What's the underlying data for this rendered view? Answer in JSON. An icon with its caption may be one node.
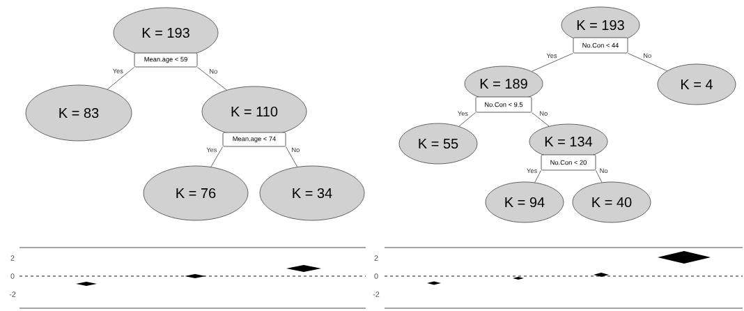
{
  "diagram": {
    "nodes": [
      {
        "text": [
          "K = 193"
        ]
      },
      {
        "text": [
          "Mean.age < 59"
        ]
      },
      {
        "text": [
          "K = 83"
        ]
      },
      {
        "text": [
          "K = 110"
        ]
      },
      {
        "text": [
          "Mean.age < 74"
        ]
      },
      {
        "text": [
          "K = 76"
        ]
      },
      {
        "text": [
          "K = 34"
        ]
      },
      {
        "text": [
          "K = 193"
        ]
      },
      {
        "text": [
          "No.Con < 44"
        ]
      },
      {
        "text": [
          "K = 189"
        ]
      },
      {
        "text": [
          "K = 4"
        ]
      },
      {
        "text": [
          "No.Con < 9.5"
        ]
      },
      {
        "text": [
          "K = 55"
        ]
      },
      {
        "text": [
          "K = 134"
        ]
      },
      {
        "text": [
          "No.Con < 20"
        ]
      },
      {
        "text": [
          "K = 94"
        ]
      },
      {
        "text": [
          "K = 40"
        ]
      }
    ],
    "edges": [
      {
        "from": 1,
        "to": 2,
        "arrow": "none",
        "label": "Yes"
      },
      {
        "from": 1,
        "to": 3,
        "arrow": "none",
        "label": "No"
      },
      {
        "from": 4,
        "to": 5,
        "arrow": "none",
        "label": "Yes"
      },
      {
        "from": 4,
        "to": 6,
        "arrow": "none",
        "label": "No"
      },
      {
        "from": 8,
        "to": 9,
        "arrow": "none",
        "label": "Yes"
      },
      {
        "from": 8,
        "to": 10,
        "arrow": "none",
        "label": "No"
      },
      {
        "from": 11,
        "to": 12,
        "arrow": "none",
        "label": "Yes"
      },
      {
        "from": 11,
        "to": 13,
        "arrow": "none",
        "label": "No"
      },
      {
        "from": 14,
        "to": 15,
        "arrow": "none",
        "label": "Yes"
      },
      {
        "from": 14,
        "to": 16,
        "arrow": "none",
        "label": "No"
      }
    ],
    "labels": [
      "2",
      "0",
      "-2",
      "2",
      "0",
      "-2"
    ]
  }
}
